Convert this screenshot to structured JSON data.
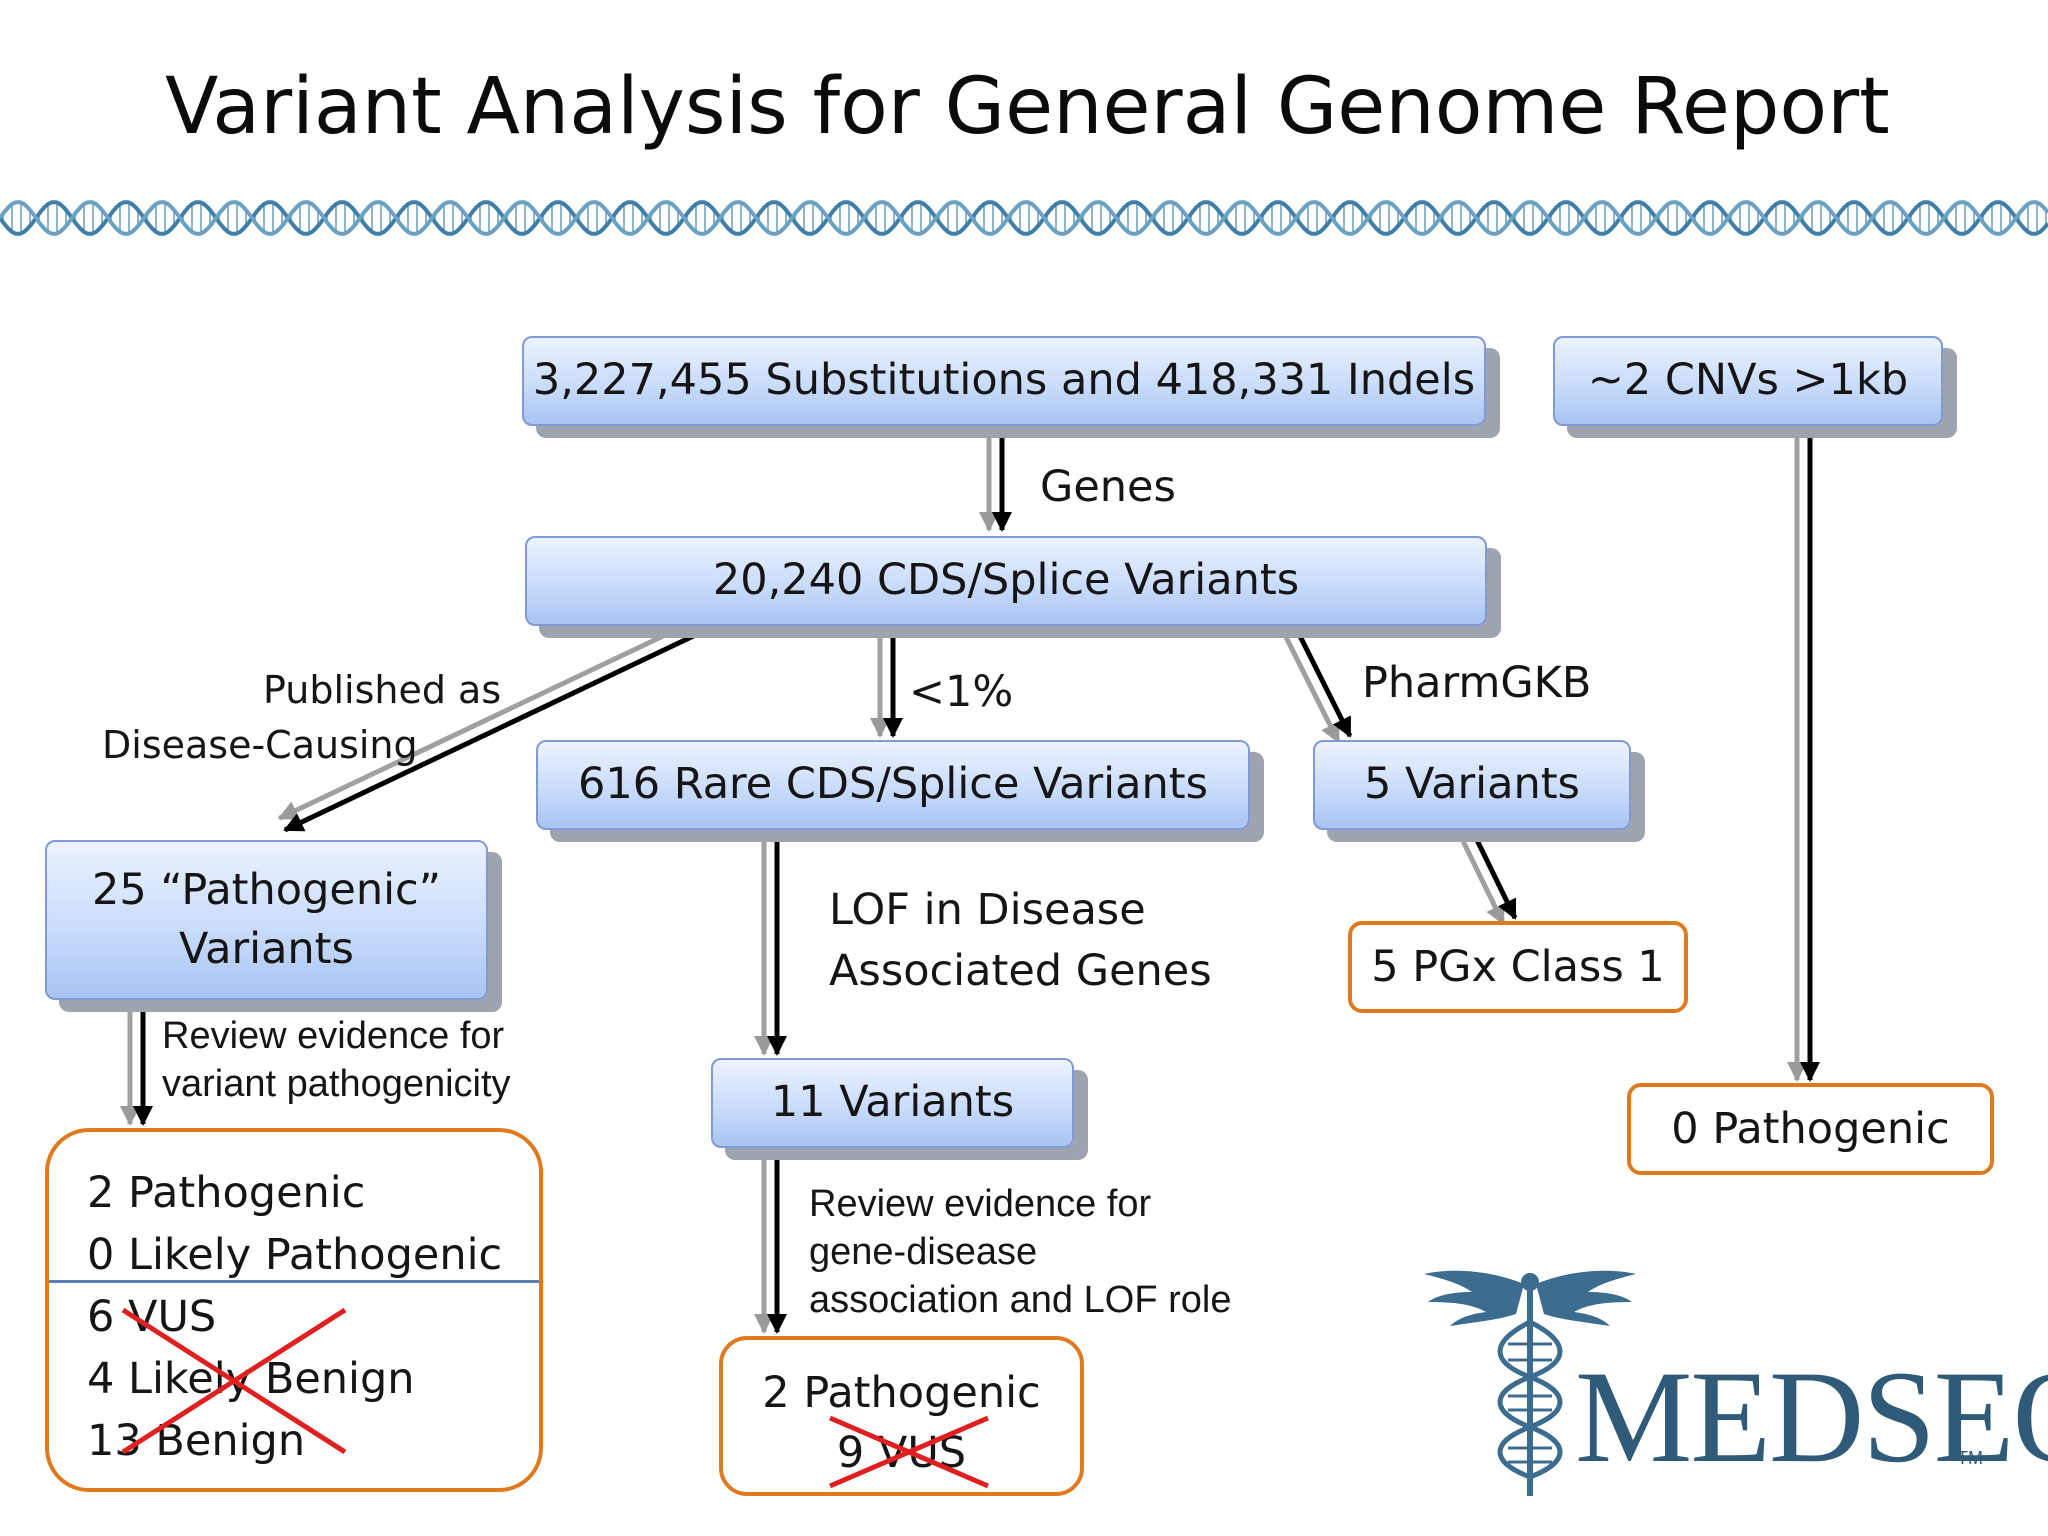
{
  "title": "Variant Analysis for General Genome Report",
  "colors": {
    "box_border": "#7f9ad6",
    "box_fill": "#c9dcfb",
    "result_border": "#e07a1f",
    "cross": "#e02020",
    "dna_helix": "#5a8fb3",
    "logo": "#2f5a78"
  },
  "boxes": {
    "substitutions": "3,227,455 Substitutions and 418,331 Indels",
    "cnvs": "~2 CNVs >1kb",
    "cds_splice": "20,240 CDS/Splice Variants",
    "rare": "616 Rare CDS/Splice Variants",
    "pharm_variants": "5 Variants",
    "pathogenic_variants_l1": "25 “Pathogenic”",
    "pathogenic_variants_l2": "Variants",
    "pgx_class": "5 PGx Class 1",
    "eleven_variants": "11 Variants",
    "zero_pathogenic": "0 Pathogenic"
  },
  "left_result": {
    "kept": [
      "2 Pathogenic",
      "0 Likely Pathogenic"
    ],
    "excluded": [
      "6 VUS",
      "4 Likely Benign",
      "13 Benign"
    ]
  },
  "middle_result": {
    "kept": "2 Pathogenic",
    "excluded": "9 VUS"
  },
  "labels": {
    "genes": "Genes",
    "published_l1": "Published as",
    "published_l2": "Disease-Causing",
    "rare_threshold": "<1%",
    "pharmgkb": "PharmGKB",
    "lof_l1": "LOF in Disease",
    "lof_l2": "Associated Genes",
    "review_path_l1": "Review evidence for",
    "review_path_l2": "variant pathogenicity",
    "review_gene_l1": "Review evidence for",
    "review_gene_l2": "gene-disease",
    "review_gene_l3": "association and LOF role"
  },
  "logo": {
    "text": "MEDSEQ",
    "tm": "TM",
    "icon": "caduceus-dna-icon"
  },
  "decoration": {
    "banner": "dna-helix-divider"
  }
}
